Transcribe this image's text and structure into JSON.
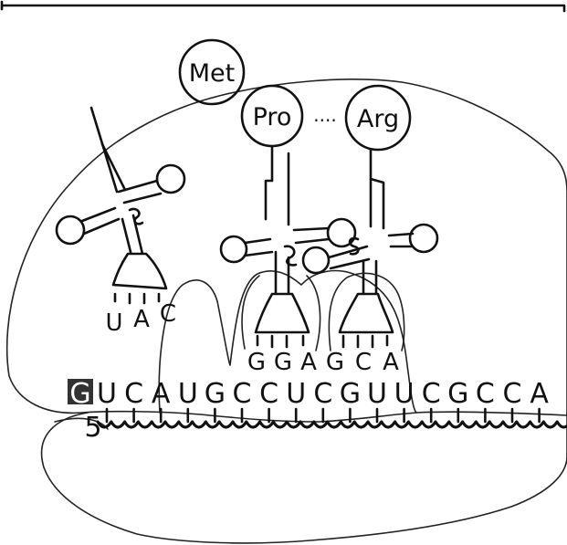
{
  "amino_acids": {
    "met": "Met",
    "pro": "Pro",
    "arg": "Arg",
    "bond": "...."
  },
  "anticodons": {
    "first": [
      "U",
      "A",
      "C"
    ],
    "second": [
      "G",
      "G",
      "A"
    ],
    "third": [
      "G",
      "C",
      "A"
    ]
  },
  "mrna": {
    "highlight": "G",
    "bases": [
      "U",
      "C",
      "A",
      "U",
      "G",
      "C",
      "C",
      "U",
      "C",
      "G",
      "U",
      "U",
      "C",
      "G",
      "C",
      "C",
      "A"
    ],
    "five_prime": "5"
  },
  "colors": {
    "ink": "#111111",
    "highlight_bg": "#333333",
    "highlight_text": "#ffffff"
  }
}
